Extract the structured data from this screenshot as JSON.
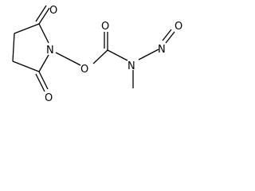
{
  "molecule": {
    "atom_labels": {
      "ring_carbonyl_o_top": "O",
      "ring_carbonyl_o_bottom": "O",
      "ring_nitrogen": "N",
      "ester_oxygen": "O",
      "carbamate_carbonyl_o": "O",
      "carbamate_nitrogen": "N",
      "nitroso_nitrogen": "N",
      "nitroso_oxygen": "O"
    }
  }
}
